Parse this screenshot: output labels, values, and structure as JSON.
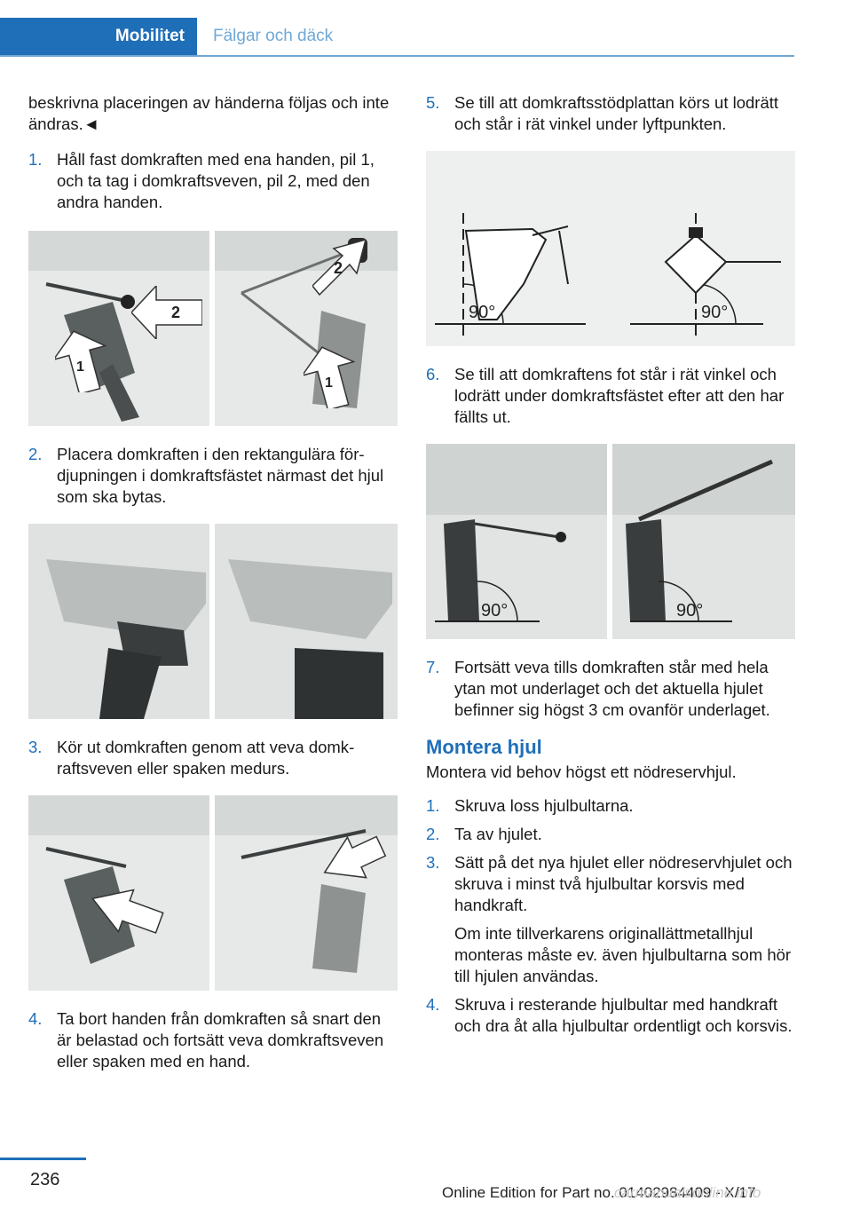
{
  "header": {
    "tab_active": "Mobilitet",
    "tab_inactive": "Fälgar och däck"
  },
  "left": {
    "intro": "beskrivna placeringen av händerna följas och inte ändras.◄",
    "step1_num": "1.",
    "step1": "Håll fast domkraften med ena handen, pil 1, och ta tag i domkraftsveven, pil 2, med den andra handen.",
    "fig1_arrow_a": "1",
    "fig1_arrow_b": "2",
    "fig1_arrow_c": "2",
    "fig1_arrow_d": "1",
    "step2_num": "2.",
    "step2": "Placera domkraften i den rektangulära för­djupningen i domkraftsfästet närmast det hjul som ska bytas.",
    "step3_num": "3.",
    "step3": "Kör ut domkraften genom att veva domk­raftsveven eller spaken medurs.",
    "step4_num": "4.",
    "step4": "Ta bort handen från domkraften så snart den är belastad och fortsätt veva domk­raftsveven eller spaken med en hand."
  },
  "right": {
    "step5_num": "5.",
    "step5": "Se till att domkraftsstödplattan körs ut lod­rätt och står i rät vinkel under lyftpunkten.",
    "fig5_angle_left": "90°",
    "fig5_angle_right": "90°",
    "step6_num": "6.",
    "step6": "Se till att domkraftens fot står i rät vinkel och lodrätt under domkraftsfästet efter att den har fällts ut.",
    "fig6_angle_left": "90°",
    "fig6_angle_right": "90°",
    "step7_num": "7.",
    "step7": "Fortsätt veva tills domkraften står med hela ytan mot underlaget och det aktuella hjulet befinner sig högst 3 cm ovanför underla­get.",
    "heading": "Montera hjul",
    "heading_sub": "Montera vid behov högst ett nödreservhjul.",
    "m1_num": "1.",
    "m1": "Skruva loss hjulbultarna.",
    "m2_num": "2.",
    "m2": "Ta av hjulet.",
    "m3_num": "3.",
    "m3": "Sätt på det nya hjulet eller nödreservhjulet och skruva i minst två hjulbultar korsvis med handkraft.",
    "m3_note": "Om inte tillverkarens originallättmetallhjul monteras måste ev. även hjulbultarna som hör till hjulen användas.",
    "m4_num": "4.",
    "m4": "Skruva i resterande hjulbultar med hand­kraft och dra åt alla hjulbultar ordentligt och korsvis."
  },
  "footer": {
    "page_number": "236",
    "edition": "Online Edition for Part no. 01402984409 - X/17",
    "watermark": "carmanualsonline.info"
  },
  "colors": {
    "accent": "#1f6fb8",
    "tab_line": "#6fa8d6"
  }
}
